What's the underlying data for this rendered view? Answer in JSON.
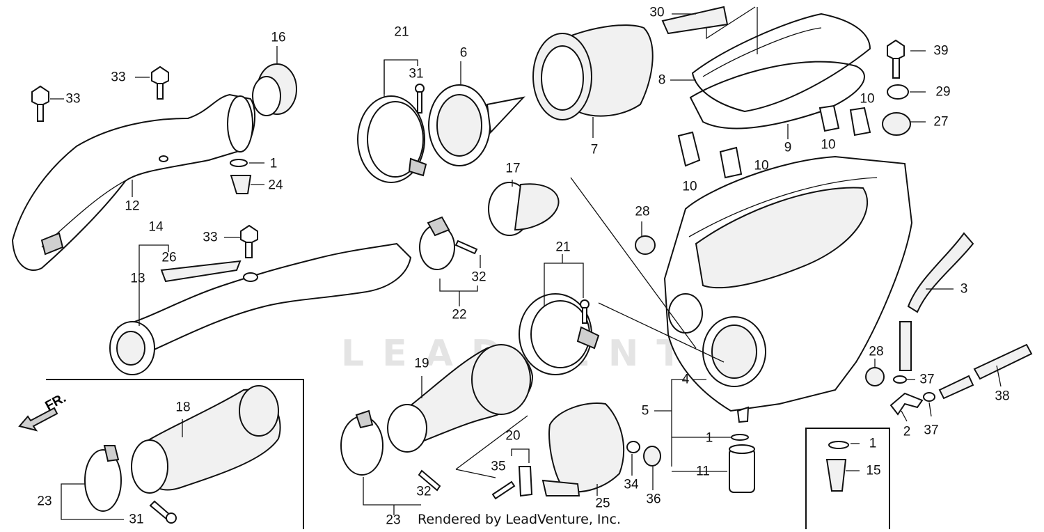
{
  "title": "",
  "credit": "Rendered by LeadVenture, Inc.",
  "watermark": "LEADVENTURE",
  "direction_marker": "FR.",
  "callouts": [
    {
      "id": "c1a",
      "text": "1"
    },
    {
      "id": "c1b",
      "text": "1"
    },
    {
      "id": "c1c",
      "text": "1"
    },
    {
      "id": "c2",
      "text": "2"
    },
    {
      "id": "c3",
      "text": "3"
    },
    {
      "id": "c4",
      "text": "4"
    },
    {
      "id": "c5",
      "text": "5"
    },
    {
      "id": "c6",
      "text": "6"
    },
    {
      "id": "c7",
      "text": "7"
    },
    {
      "id": "c8",
      "text": "8"
    },
    {
      "id": "c9",
      "text": "9"
    },
    {
      "id": "c10a",
      "text": "10"
    },
    {
      "id": "c10b",
      "text": "10"
    },
    {
      "id": "c10c",
      "text": "10"
    },
    {
      "id": "c10d",
      "text": "10"
    },
    {
      "id": "c11",
      "text": "11"
    },
    {
      "id": "c12",
      "text": "12"
    },
    {
      "id": "c13",
      "text": "13"
    },
    {
      "id": "c14",
      "text": "14"
    },
    {
      "id": "c15",
      "text": "15"
    },
    {
      "id": "c16",
      "text": "16"
    },
    {
      "id": "c17",
      "text": "17"
    },
    {
      "id": "c18",
      "text": "18"
    },
    {
      "id": "c19",
      "text": "19"
    },
    {
      "id": "c20",
      "text": "20"
    },
    {
      "id": "c21a",
      "text": "21"
    },
    {
      "id": "c21b",
      "text": "21"
    },
    {
      "id": "c22",
      "text": "22"
    },
    {
      "id": "c23a",
      "text": "23"
    },
    {
      "id": "c23b",
      "text": "23"
    },
    {
      "id": "c24",
      "text": "24"
    },
    {
      "id": "c25",
      "text": "25"
    },
    {
      "id": "c26",
      "text": "26"
    },
    {
      "id": "c27",
      "text": "27"
    },
    {
      "id": "c28a",
      "text": "28"
    },
    {
      "id": "c28b",
      "text": "28"
    },
    {
      "id": "c29",
      "text": "29"
    },
    {
      "id": "c30",
      "text": "30"
    },
    {
      "id": "c31a",
      "text": "31"
    },
    {
      "id": "c31b",
      "text": "31"
    },
    {
      "id": "c32a",
      "text": "32"
    },
    {
      "id": "c32b",
      "text": "32"
    },
    {
      "id": "c33a",
      "text": "33"
    },
    {
      "id": "c33b",
      "text": "33"
    },
    {
      "id": "c33c",
      "text": "33"
    },
    {
      "id": "c34",
      "text": "34"
    },
    {
      "id": "c35",
      "text": "35"
    },
    {
      "id": "c36",
      "text": "36"
    },
    {
      "id": "c37a",
      "text": "37"
    },
    {
      "id": "c37b",
      "text": "37"
    },
    {
      "id": "c38",
      "text": "38"
    },
    {
      "id": "c39",
      "text": "39"
    }
  ]
}
